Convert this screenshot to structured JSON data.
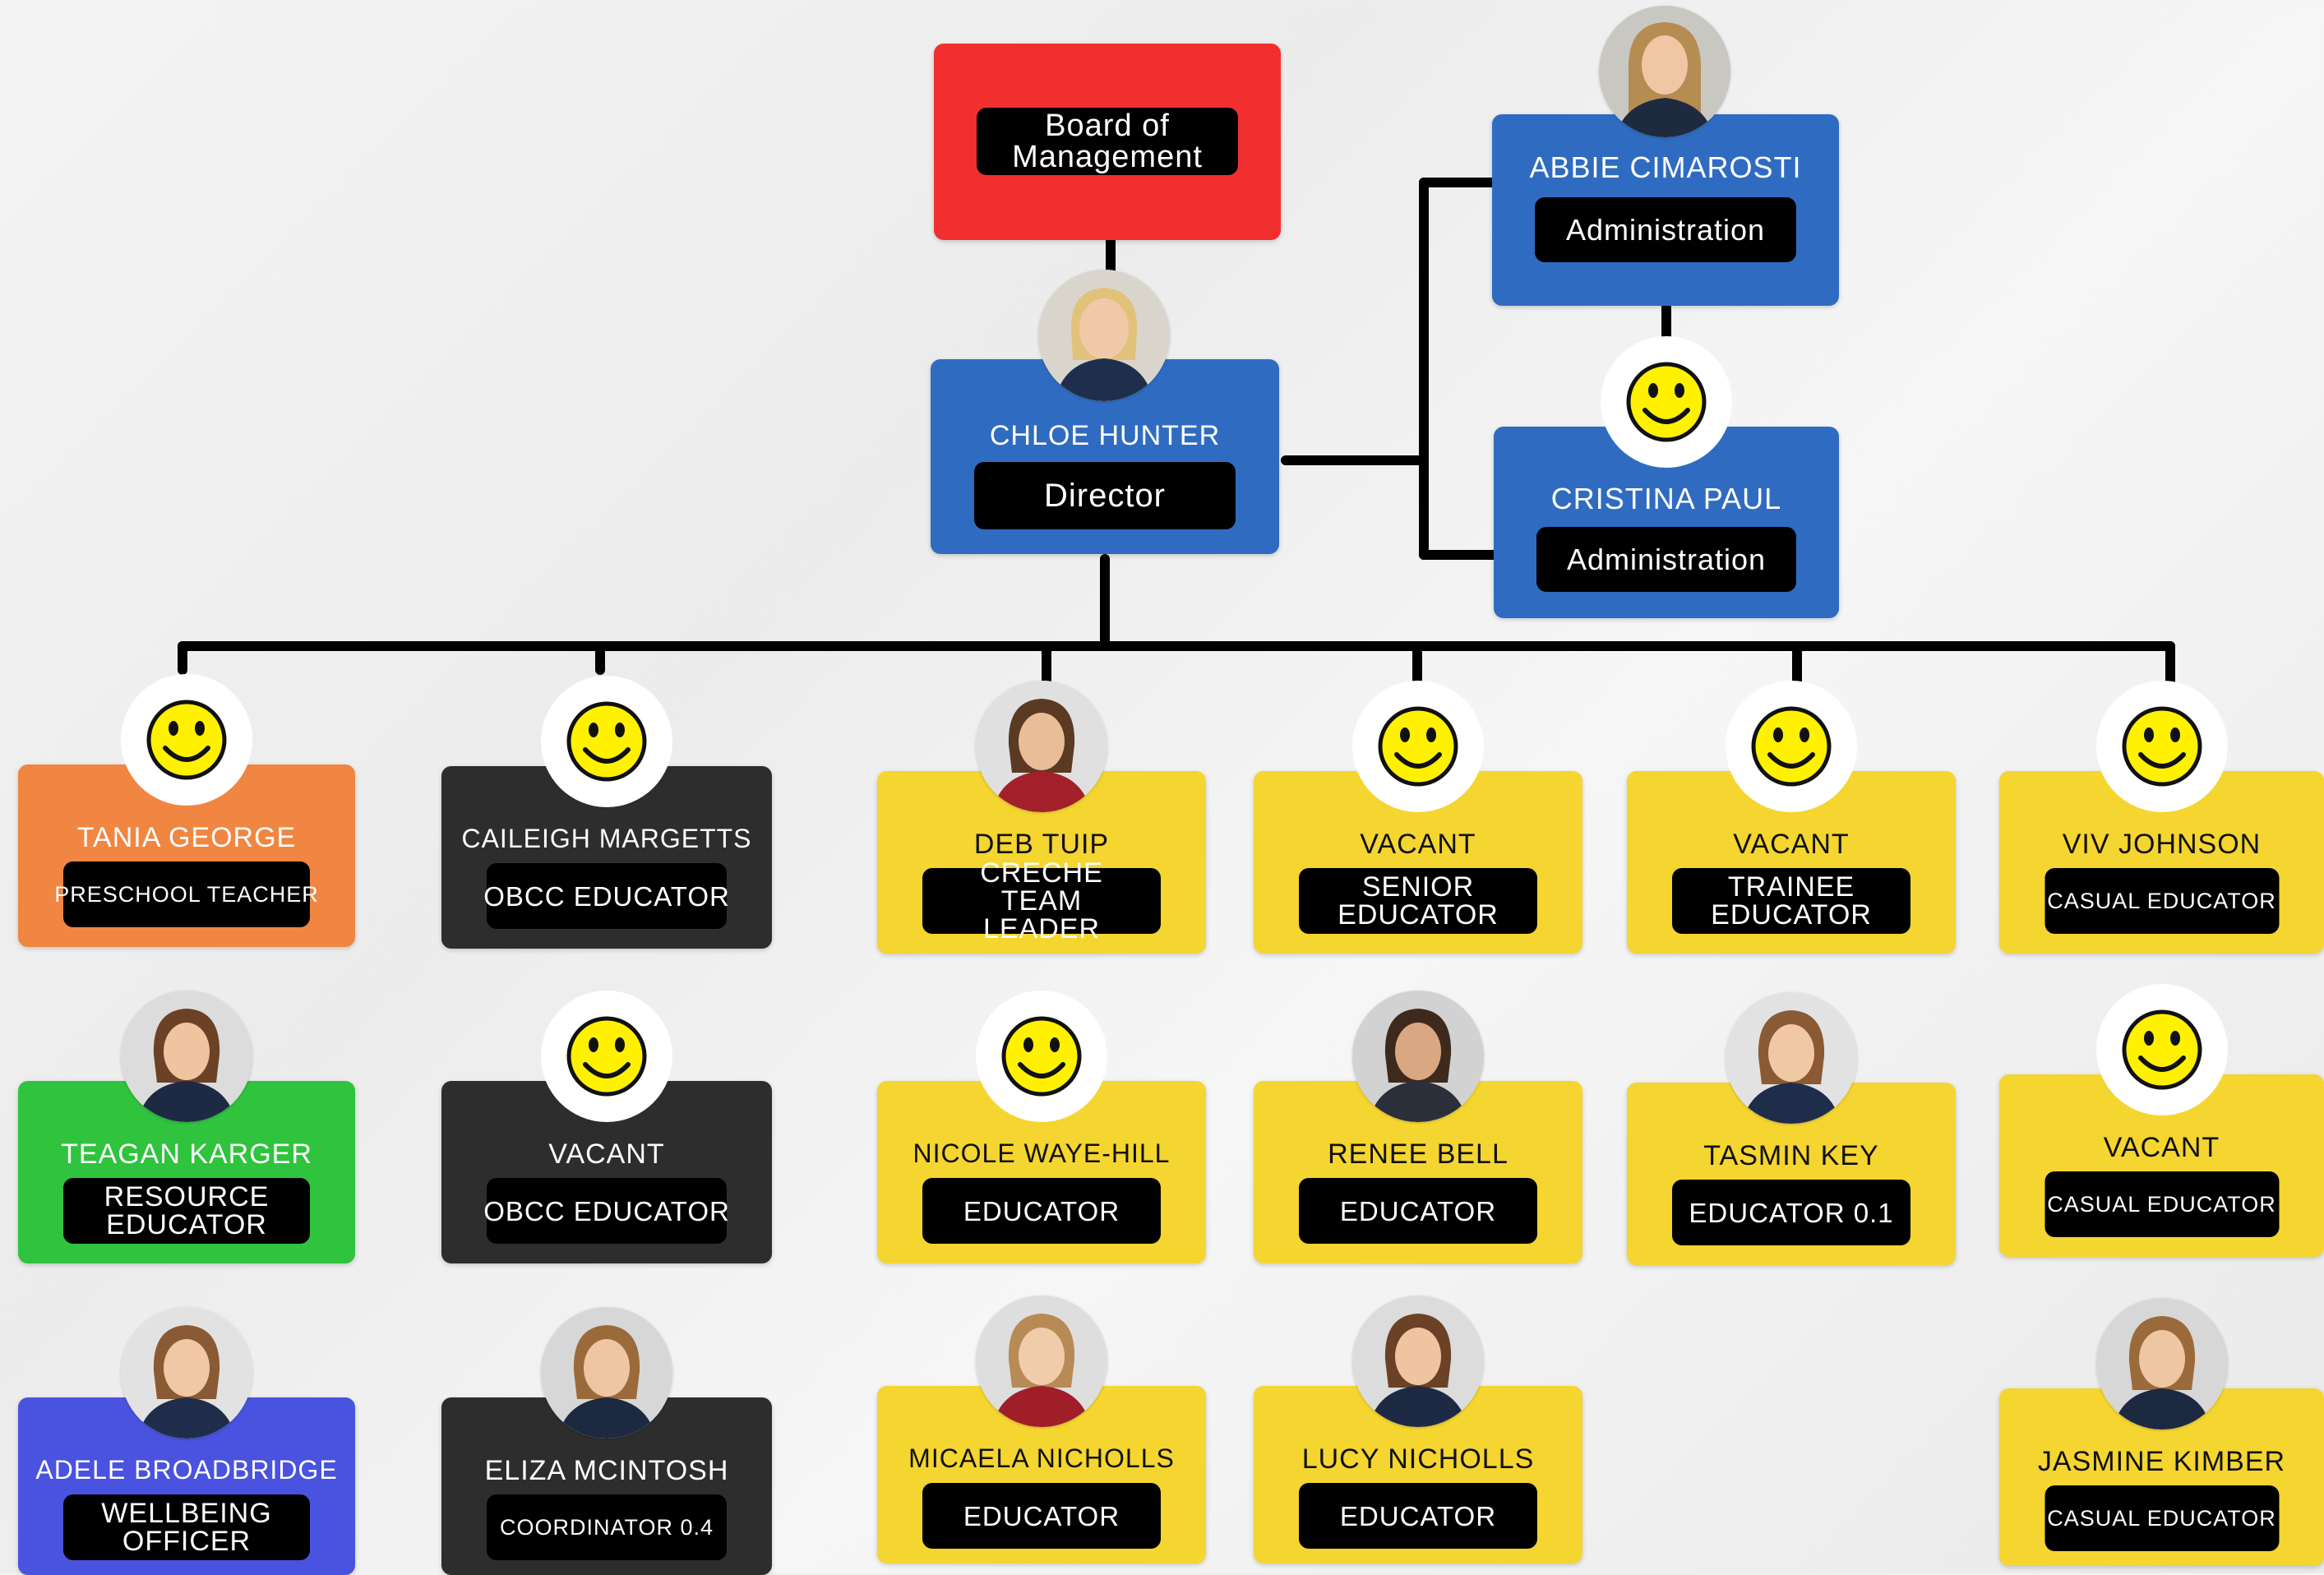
{
  "colors": {
    "board": "#f22f2f",
    "director": "#2f6cc1",
    "admin": "#2f6cc1",
    "preschool": "#f08642",
    "obcc": "#2d2d2d",
    "yellow": "#f5d530",
    "resource": "#2fc33e",
    "wellbeing": "#4a52e0",
    "connector": "#000000"
  },
  "board": {
    "label": "Board of Management"
  },
  "director": {
    "name": "CHLOE HUNTER",
    "role": "Director",
    "avatar": "photo"
  },
  "admin": [
    {
      "name": "ABBIE CIMAROSTI",
      "role": "Administration",
      "avatar": "photo"
    },
    {
      "name": "CRISTINA PAUL",
      "role": "Administration",
      "avatar": "smiley"
    }
  ],
  "columns": [
    [
      {
        "name": "TANIA GEORGE",
        "role": "PRESCHOOL TEACHER",
        "avatar": "smiley"
      },
      {
        "name": "TEAGAN KARGER",
        "role": "RESOURCE EDUCATOR",
        "avatar": "photo"
      },
      {
        "name": "ADELE BROADBRIDGE",
        "role": "WELLBEING OFFICER",
        "avatar": "photo"
      }
    ],
    [
      {
        "name": "CAILEIGH MARGETTS",
        "role": "OBCC EDUCATOR",
        "avatar": "smiley"
      },
      {
        "name": "VACANT",
        "role": "OBCC EDUCATOR",
        "avatar": "smiley"
      },
      {
        "name": "ELIZA MCINTOSH",
        "role": "COORDINATOR 0.4",
        "avatar": "photo"
      }
    ],
    [
      {
        "name": "DEB TUIP",
        "role": "CRECHE TEAM LEADER",
        "avatar": "photo"
      },
      {
        "name": "NICOLE WAYE-HILL",
        "role": "EDUCATOR",
        "avatar": "smiley"
      },
      {
        "name": "MICAELA NICHOLLS",
        "role": "EDUCATOR",
        "avatar": "photo"
      }
    ],
    [
      {
        "name": "VACANT",
        "role": "SENIOR EDUCATOR",
        "avatar": "smiley"
      },
      {
        "name": "RENEE BELL",
        "role": "EDUCATOR",
        "avatar": "photo"
      },
      {
        "name": "LUCY NICHOLLS",
        "role": "EDUCATOR",
        "avatar": "photo"
      }
    ],
    [
      {
        "name": "VACANT",
        "role": "TRAINEE EDUCATOR",
        "avatar": "smiley"
      },
      {
        "name": "TASMIN KEY",
        "role": "EDUCATOR 0.1",
        "avatar": "photo"
      }
    ],
    [
      {
        "name": "VIV JOHNSON",
        "role": "CASUAL EDUCATOR",
        "avatar": "smiley"
      },
      {
        "name": "VACANT",
        "role": "CASUAL EDUCATOR",
        "avatar": "smiley"
      },
      {
        "name": "JASMINE KIMBER",
        "role": "CASUAL EDUCATOR",
        "avatar": "photo"
      }
    ]
  ]
}
